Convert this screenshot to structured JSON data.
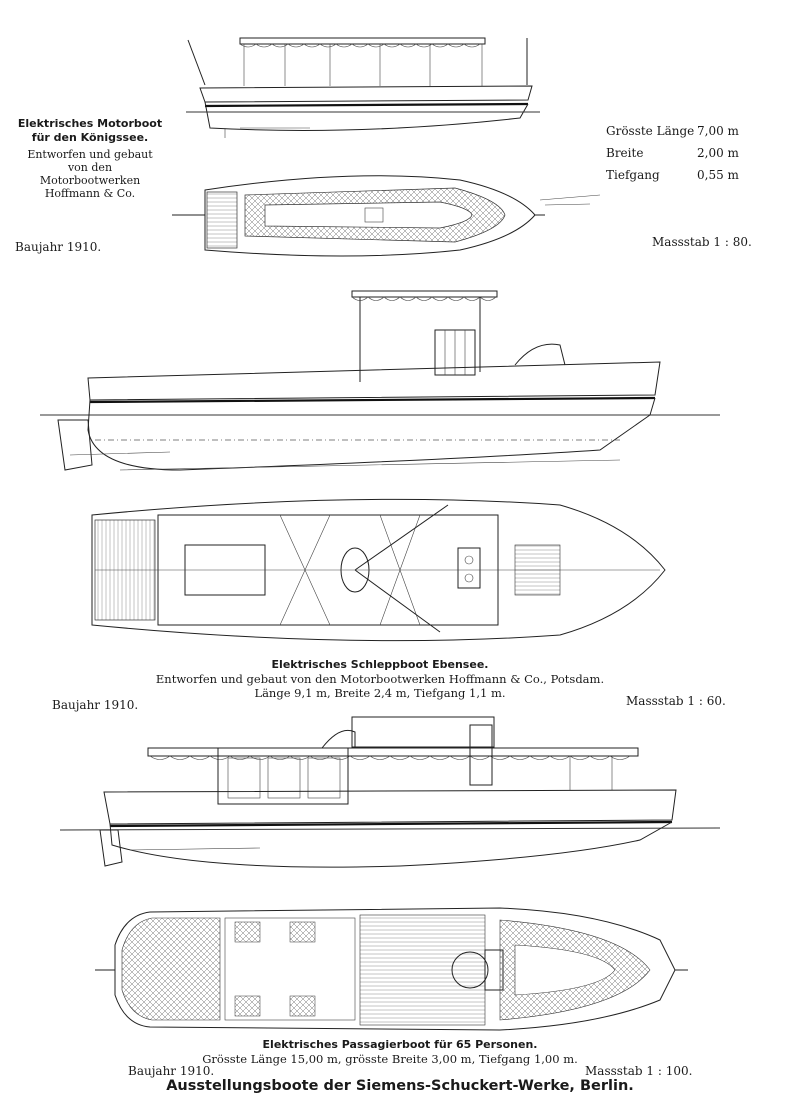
{
  "boat1": {
    "title_line1": "Elektrisches Motorboot",
    "title_line2": "für den Königssee.",
    "credit_line1": "Entworfen und gebaut",
    "credit_line2": "von den",
    "credit_line3": "Motorbootwerken",
    "credit_line4": "Hoffmann & Co.",
    "year": "Baujahr 1910.",
    "specs": [
      {
        "label": "Grösste Länge",
        "value": "7,00 m"
      },
      {
        "label": "Breite",
        "value": "2,00 m"
      },
      {
        "label": "Tiefgang",
        "value": "0,55 m"
      }
    ],
    "scale": "Massstab 1 : 80."
  },
  "boat2": {
    "title": "Elektrisches Schleppboot Ebensee.",
    "credit": "Entworfen und gebaut von den Motorbootwerken Hoffmann & Co., Potsdam.",
    "dims": "Länge 9,1 m, Breite 2,4 m, Tiefgang 1,1 m.",
    "year": "Baujahr 1910.",
    "scale": "Massstab 1 : 60."
  },
  "boat3": {
    "title": "Elektrisches Passagierboot für 65 Personen.",
    "dims": "Grösste Länge 15,00 m, grösste Breite 3,00 m, Tiefgang 1,00 m.",
    "year": "Baujahr 1910.",
    "scale": "Massstab 1 : 100."
  },
  "footer": "Ausstellungsboote der Siemens-Schuckert-Werke, Berlin."
}
